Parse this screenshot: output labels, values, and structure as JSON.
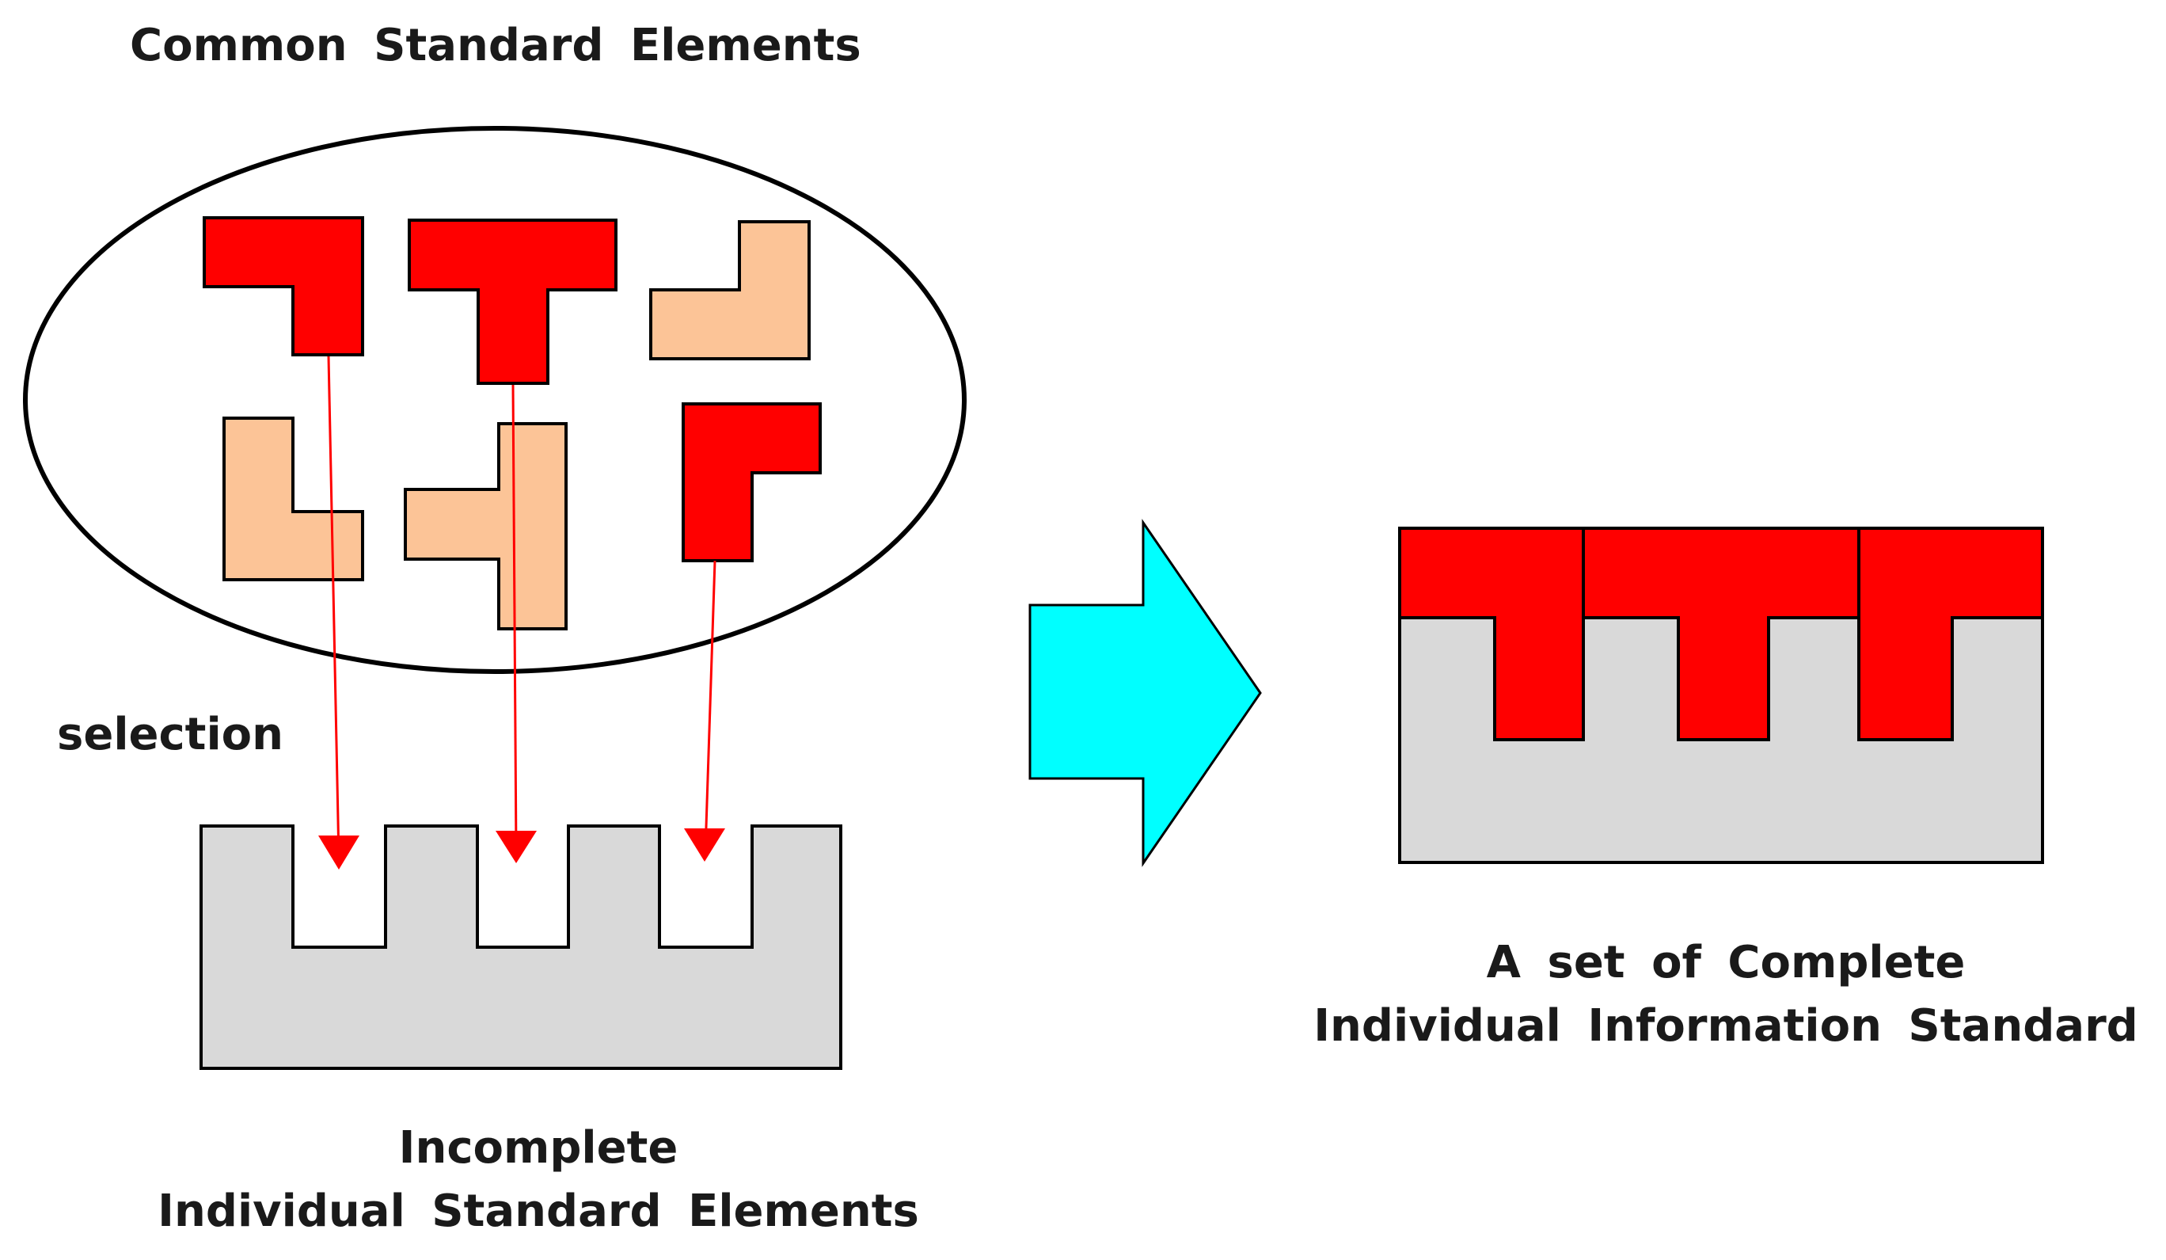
{
  "labels": {
    "pool_title": "Common Standard Elements",
    "selection": "selection",
    "incomplete_line1": "Incomplete",
    "incomplete_line2": "Individual Standard Elements",
    "complete_line1": "A set of Complete",
    "complete_line2": "Individual Information Standard"
  },
  "colors": {
    "selected_piece": "#ff0000",
    "unselected_piece": "#fcc497",
    "base_block": "#d9d9d9",
    "arrow": "#00ffff",
    "selection_arrow": "#ff0000",
    "outline": "#000000"
  }
}
